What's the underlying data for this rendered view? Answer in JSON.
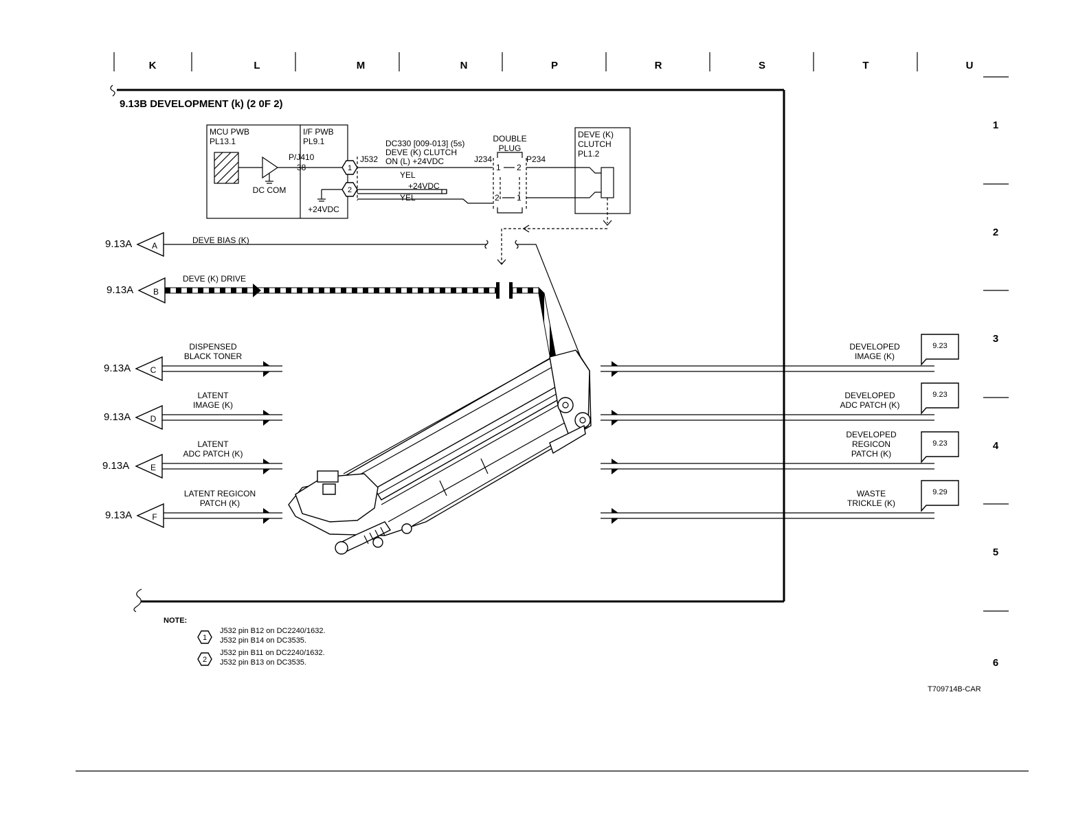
{
  "columns": [
    "K",
    "L",
    "M",
    "N",
    "P",
    "R",
    "S",
    "T",
    "U"
  ],
  "rows": [
    "1",
    "2",
    "3",
    "4",
    "5",
    "6"
  ],
  "title": "9.13B DEVELOPMENT (k) (2 0F 2)",
  "mcu_pwb": {
    "name": "MCU PWB",
    "ref": "PL13.1"
  },
  "if_pwb": {
    "name": "I/F PWB",
    "ref": "PL9.1"
  },
  "pj410": "P/J410",
  "pin38": "38",
  "dc_com": "DC COM",
  "plus24": "+24VDC",
  "j532": "J532",
  "dc330": {
    "line1": "DC330 [009-013] (5s)",
    "line2": "DEVE (K) CLUTCH",
    "line3": "ON (L) +24VDC"
  },
  "wire_yel": "YEL",
  "wire_plus24": "+24VDC",
  "double_plug": {
    "line1": "DOUBLE",
    "line2": "PLUG"
  },
  "j234": "J234",
  "p234": "P234",
  "pins": {
    "one": "1",
    "two": "2"
  },
  "deve_clutch": {
    "line1": "DEVE (K)",
    "line2": "CLUTCH",
    "line3": "PL1.2"
  },
  "inputs": [
    {
      "ref": "9.13A",
      "letter": "A",
      "label1": "DEVE BIAS (K)",
      "label2": ""
    },
    {
      "ref": "9.13A",
      "letter": "B",
      "label1": "DEVE (K) DRIVE",
      "label2": ""
    },
    {
      "ref": "9.13A",
      "letter": "C",
      "label1": "DISPENSED",
      "label2": "BLACK TONER"
    },
    {
      "ref": "9.13A",
      "letter": "D",
      "label1": "LATENT",
      "label2": "IMAGE (K)"
    },
    {
      "ref": "9.13A",
      "letter": "E",
      "label1": "LATENT",
      "label2": "ADC PATCH (K)"
    },
    {
      "ref": "9.13A",
      "letter": "F",
      "label1": "LATENT REGICON",
      "label2": "PATCH (K)"
    }
  ],
  "outputs": [
    {
      "label1": "DEVELOPED",
      "label2": "IMAGE (K)",
      "label3": "",
      "ref": "9.23"
    },
    {
      "label1": "DEVELOPED",
      "label2": "ADC PATCH (K)",
      "label3": "",
      "ref": "9.23"
    },
    {
      "label1": "DEVELOPED",
      "label2": "REGICON",
      "label3": "PATCH (K)",
      "ref": "9.23"
    },
    {
      "label1": "WASTE",
      "label2": "TRICKLE (K)",
      "label3": "",
      "ref": "9.29"
    }
  ],
  "note": {
    "heading": "NOTE:",
    "items": [
      {
        "num": "1",
        "line1": "J532 pin B12 on DC2240/1632.",
        "line2": "J532 pin B14 on DC3535."
      },
      {
        "num": "2",
        "line1": "J532 pin B11 on DC2240/1632.",
        "line2": "J532 pin B13 on DC3535."
      }
    ]
  },
  "figure_id": "T709714B-CAR"
}
